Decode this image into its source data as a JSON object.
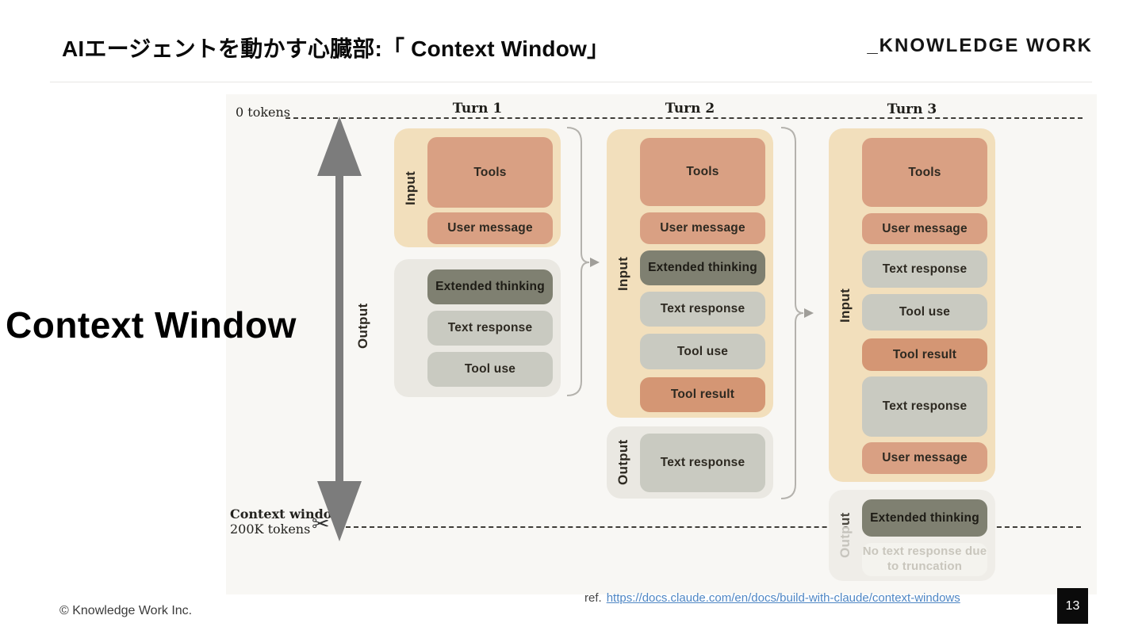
{
  "header": {
    "title": "AIエージェントを動かす心臓部:「 Context Window」",
    "logo": "_KNOWLEDGE WORK"
  },
  "overlay": {
    "big_label": "Context Window"
  },
  "diagram": {
    "token_start_label": "0 tokens",
    "context_window_label": "Context window",
    "context_window_tokens": "200K tokens",
    "scissors_icon": "✂",
    "turn1": {
      "title": "Turn 1",
      "input_label": "Input",
      "output_label": "Output",
      "boxes": {
        "tools": "Tools",
        "user_message": "User message",
        "extended_thinking": "Extended thinking",
        "text_response": "Text response",
        "tool_use": "Tool use"
      }
    },
    "turn2": {
      "title": "Turn 2",
      "input_label": "Input",
      "output_label": "Output",
      "boxes": {
        "tools": "Tools",
        "user_message": "User message",
        "extended_thinking": "Extended thinking",
        "text_response": "Text response",
        "tool_use": "Tool use",
        "tool_result": "Tool result",
        "output_text_response": "Text response"
      }
    },
    "turn3": {
      "title": "Turn 3",
      "input_label": "Input",
      "output_label": "Output",
      "boxes": {
        "tools": "Tools",
        "user_message": "User message",
        "text_response": "Text response",
        "tool_use": "Tool use",
        "tool_result": "Tool result",
        "text_response_2": "Text response",
        "user_message_2": "User message",
        "extended_thinking": "Extended thinking",
        "no_text_response": "No text response due to truncation"
      }
    },
    "colors": {
      "panel_bg": "#f8f7f4",
      "input_container": "#f2dfbc",
      "salmon_box": "#d9a083",
      "tool_result_box": "#d49674",
      "thinking_box": "#7f8071",
      "gray_box": "#c9cac1",
      "output_container": "#eae8e2"
    }
  },
  "footer": {
    "copyright": "© Knowledge Work Inc.",
    "ref_label": "ref.",
    "ref_url": "https://docs.claude.com/en/docs/build-with-claude/context-windows",
    "page_number": "13"
  }
}
